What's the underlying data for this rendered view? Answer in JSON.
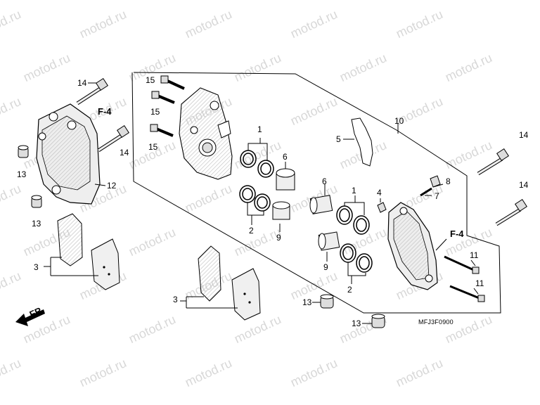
{
  "watermark": "motod.ru",
  "diagram_code": "MFJ3F0900",
  "fr_label": "FR.",
  "ref_labels": {
    "f4": "F-4",
    "n1": "1",
    "n2": "2",
    "n3": "3",
    "n4": "4",
    "n5": "5",
    "n6": "6",
    "n7": "7",
    "n8": "8",
    "n9": "9",
    "n10": "10",
    "n11": "11",
    "n12": "12",
    "n13": "13",
    "n14": "14",
    "n15": "15"
  },
  "colors": {
    "line": "#000000",
    "part_fill": "#e9e9e9",
    "part_shade": "#bdbdbd",
    "watermark": "#d8d8d8"
  }
}
